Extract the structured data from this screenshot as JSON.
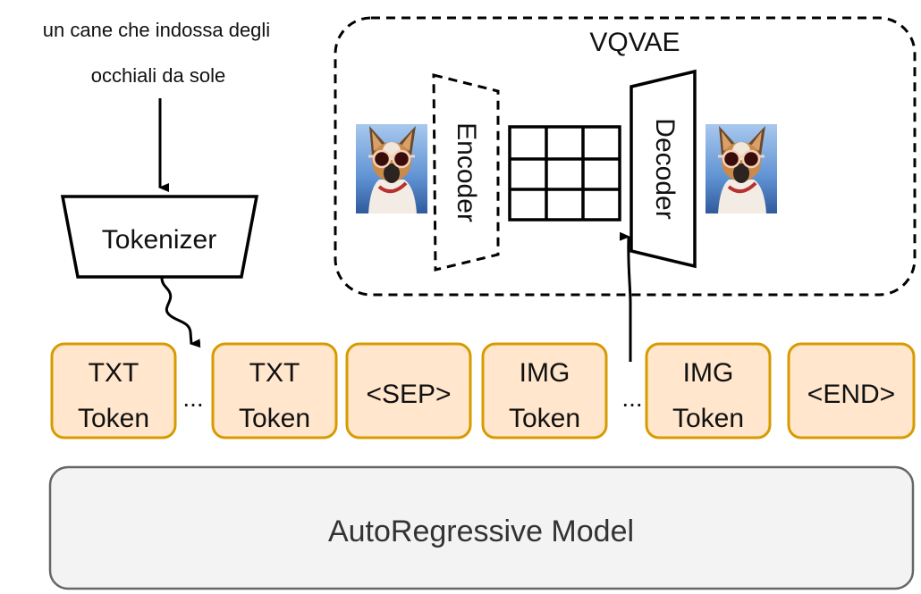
{
  "prompt": {
    "line1": "un cane che indossa degli",
    "line2": "occhiali da sole"
  },
  "tokenizer": {
    "label": "Tokenizer"
  },
  "vqvae": {
    "title": "VQVAE",
    "encoder_label": "Encoder",
    "decoder_label": "Decoder",
    "codebook_grid": {
      "rows": 3,
      "cols": 3
    },
    "input_image": "dog-with-sunglasses-image",
    "output_image": "dog-with-sunglasses-image"
  },
  "tokens": [
    {
      "line1": "TXT",
      "line2": "Token"
    },
    {
      "line1": "TXT",
      "line2": "Token"
    },
    {
      "line1": "<SEP>",
      "line2": ""
    },
    {
      "line1": "IMG",
      "line2": "Token"
    },
    {
      "line1": "IMG",
      "line2": "Token"
    },
    {
      "line1": "<END>",
      "line2": ""
    }
  ],
  "ellipsis": "...",
  "model": {
    "label": "AutoRegressive Model"
  },
  "colors": {
    "token_fill": "#ffe6cc",
    "token_stroke": "#d79b00",
    "model_fill": "#f3f3f3",
    "model_stroke": "#666666"
  }
}
